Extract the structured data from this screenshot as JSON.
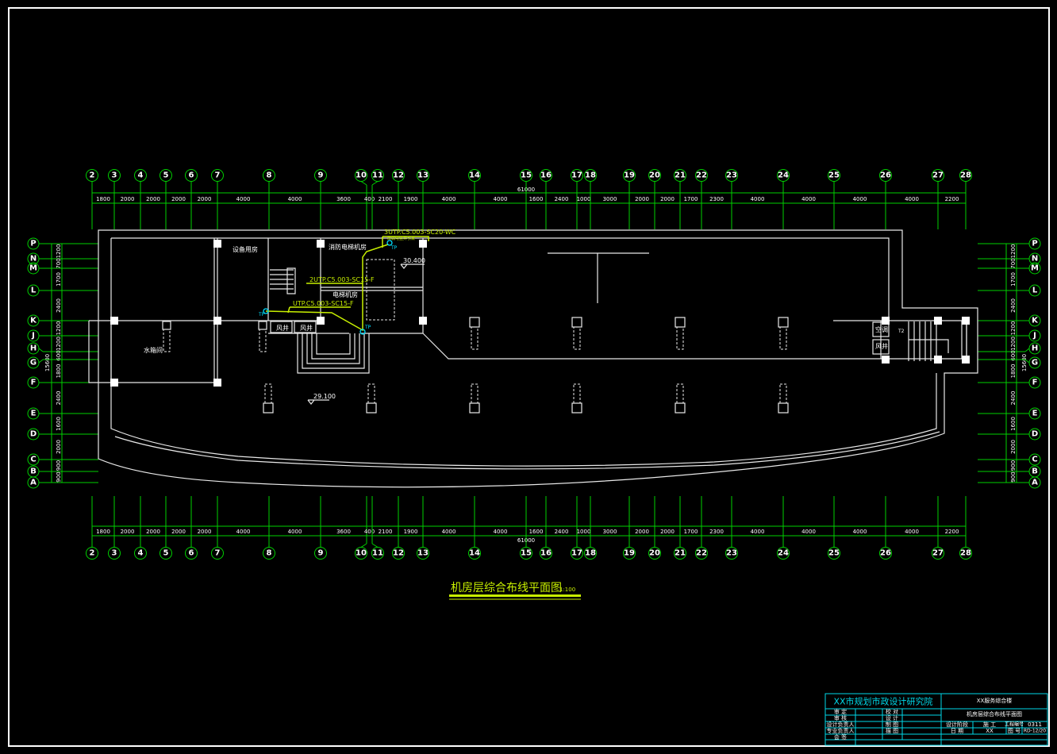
{
  "grid": {
    "columns": [
      "2",
      "3",
      "4",
      "5",
      "6",
      "7",
      "8",
      "9",
      "10",
      "11",
      "12",
      "13",
      "14",
      "15",
      "16",
      "17",
      "18",
      "19",
      "20",
      "21",
      "22",
      "23",
      "24",
      "25",
      "26",
      "27",
      "28"
    ],
    "column_dims": [
      "1800",
      "2000",
      "2000",
      "2000",
      "2000",
      "4000",
      "4000",
      "3600",
      "400",
      "2100",
      "1900",
      "4000",
      "4000",
      "1600",
      "2400",
      "1000",
      "3000",
      "2000",
      "2000",
      "1700",
      "2300",
      "4000",
      "4000",
      "4000",
      "4000",
      "2200"
    ],
    "column_total": "61000",
    "rows": [
      "P",
      "N",
      "M",
      "L",
      "K",
      "J",
      "H",
      "G",
      "F",
      "E",
      "D",
      "C",
      "B",
      "A"
    ],
    "row_dims": [
      "1200",
      "700",
      "1700",
      "2400",
      "1200",
      "1200",
      "600",
      "1800",
      "2400",
      "1600",
      "2000",
      "900",
      "900"
    ],
    "row_total": "15600"
  },
  "rooms": {
    "equipment": "设备用房",
    "fire_elevator_machine": "消防电梯机房",
    "elevator_machine": "电梯机房",
    "shaft1": "风井",
    "shaft2": "风井",
    "water_tank": "水箱间",
    "ac": "空调",
    "shaft3": "风井",
    "stair_label": "T2"
  },
  "levels": {
    "upper": "30.400",
    "lower": "29.100"
  },
  "cables": {
    "c1": "3UTP.C5.003-SC20-WC",
    "c1_note": "由弱电竖井引来",
    "c2": "2UTP.C5.003-SC15-F",
    "c3": "UTP.C5.003-SC15-F",
    "tp": "TP"
  },
  "title": {
    "text": "机房层综合布线平面图",
    "scale": "1:100"
  },
  "title_block": {
    "institute": "XX市规划市政设计研究院",
    "project": "XX服务综合楼",
    "drawing": "机房层综合布线平面图",
    "l1": "审 定",
    "l2": "审 核",
    "l3": "设计负责人",
    "l4": "专业负责人",
    "l5": "会 签",
    "m1": "校 对",
    "m2": "设 计",
    "m3": "制 图",
    "m4": "描 图",
    "stage_label": "设计阶段",
    "stage": "施 工",
    "job_label": "工程编号",
    "job": "0311",
    "date_label": "日 期",
    "date": "XX",
    "no_label": "图 号",
    "no": "RD-12/20"
  }
}
